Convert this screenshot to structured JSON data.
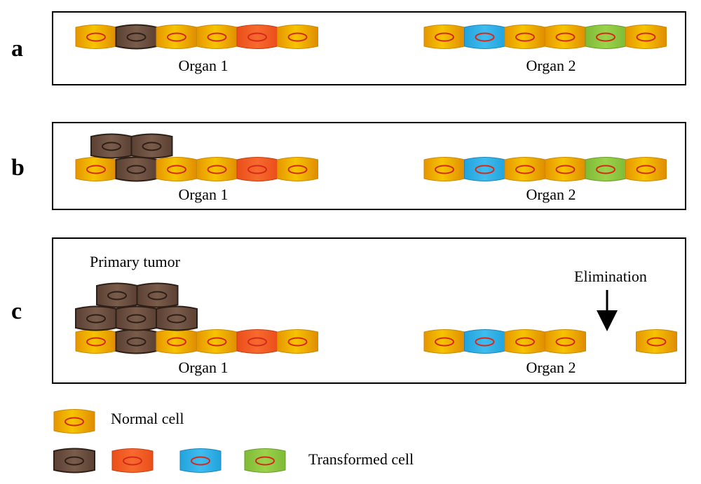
{
  "panels": [
    {
      "letter": "a",
      "organ1_label": "Organ 1",
      "organ2_label": "Organ 2",
      "organ1_cells": [
        "normal",
        "dark",
        "normal",
        "normal",
        "red",
        "normal"
      ],
      "organ2_cells": [
        "normal",
        "blue",
        "normal",
        "normal",
        "green",
        "normal"
      ]
    },
    {
      "letter": "b",
      "organ1_label": "Organ 1",
      "organ2_label": "Organ 2",
      "organ1_cells": [
        "normal",
        "dark",
        "normal",
        "normal",
        "red",
        "normal"
      ],
      "organ2_cells": [
        "normal",
        "blue",
        "normal",
        "normal",
        "green",
        "normal"
      ],
      "tumor_layers": [
        2
      ]
    },
    {
      "letter": "c",
      "organ1_label": "Organ 1",
      "organ2_label": "Organ 2",
      "organ1_cells": [
        "normal",
        "dark",
        "normal",
        "normal",
        "red",
        "normal"
      ],
      "organ2_cells": [
        "normal",
        "blue",
        "normal",
        "normal",
        "empty",
        "normal"
      ],
      "tumor_layers": [
        3,
        2
      ],
      "tumor_label": "Primary tumor",
      "elimination_label": "Elimination"
    }
  ],
  "legend": {
    "normal_label": "Normal cell",
    "transformed_label": "Transformed cell",
    "transformed_types": [
      "dark",
      "red",
      "blue",
      "green"
    ]
  },
  "colors": {
    "normal_fill": "#f0b400",
    "normal_stroke": "#c98a00",
    "nucleus": "#d42a1a",
    "dark_fill": "#6b4f40",
    "dark_stroke": "#2e1f17",
    "dark_nucleus": "#2e1f17",
    "red_fill": "#f25a22",
    "blue_fill": "#2eaee5",
    "green_fill": "#8cc63f",
    "box_stroke": "#000000"
  }
}
